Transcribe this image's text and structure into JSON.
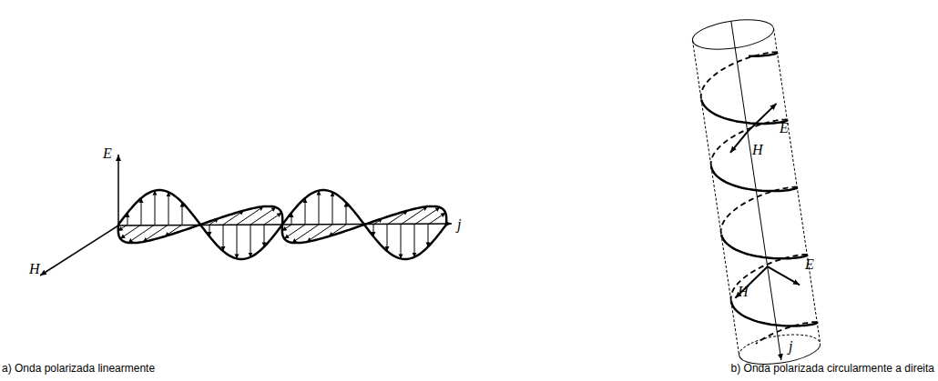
{
  "diagram": {
    "labels": [
      "E",
      "H",
      "j",
      "E",
      "H",
      "H",
      "E",
      "j",
      "a) Onda polarizada linearmente",
      "b) Onda polarizada circularmente a direita"
    ]
  }
}
